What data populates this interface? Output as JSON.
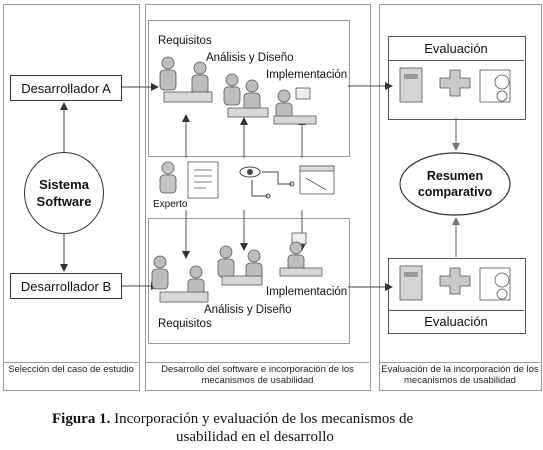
{
  "columns": {
    "left": {
      "footer": "Selección del caso de estudio"
    },
    "middle": {
      "footer": "Desarrollo del software e incorporación de los mecanismos de usabilidad"
    },
    "right": {
      "footer": "Evaluación de la incorporación de los mecanismos de usabilidad"
    }
  },
  "left": {
    "dev_a": "Desarrollador A",
    "dev_b": "Desarrollador B",
    "system": "Sistema Software"
  },
  "middle": {
    "top": {
      "requisitos": "Requisitos",
      "analisis": "Análisis y Diseño",
      "implementacion": "Implementación"
    },
    "bottom": {
      "requisitos": "Requisitos",
      "analisis": "Análisis y Diseño",
      "implementacion": "Implementación"
    },
    "experto": "Experto"
  },
  "right": {
    "eval_top": "Evaluación",
    "eval_bottom": "Evaluación",
    "resumen": "Resumen comparativo"
  },
  "caption": {
    "bold": "Figura 1.",
    "line1": " Incorporación y evaluación de los mecanismos de",
    "line2": "usabilidad en el desarrollo"
  }
}
